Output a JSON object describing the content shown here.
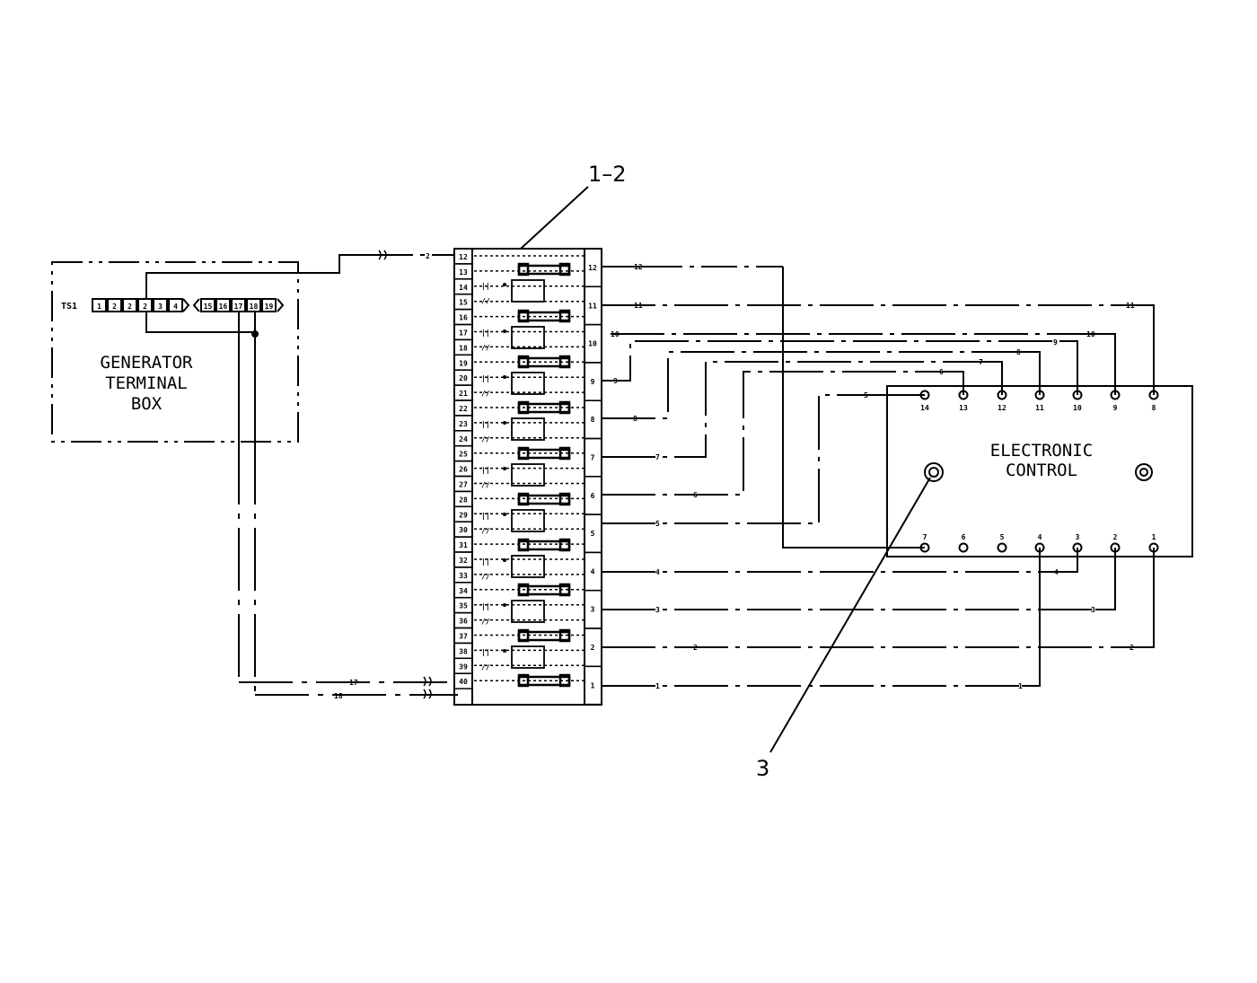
{
  "callouts": {
    "harness": "1–2",
    "control": "3"
  },
  "generator_box": {
    "title_lines": [
      "GENERATOR",
      "TERMINAL",
      "BOX"
    ],
    "strip_label": "TS1",
    "left_terminals": [
      "1",
      "2",
      "2",
      "2",
      "3",
      "4"
    ],
    "right_terminals": [
      "15",
      "16",
      "17",
      "18",
      "19"
    ]
  },
  "control_box": {
    "title_lines": [
      "ELECTRONIC",
      "CONTROL"
    ],
    "top_pins": [
      "14",
      "13",
      "12",
      "11",
      "10",
      "9",
      "8"
    ],
    "bottom_pins": [
      "7",
      "6",
      "5",
      "4",
      "3",
      "2",
      "1"
    ]
  },
  "terminal_strip": {
    "left_numbers": [
      "12",
      "13",
      "14",
      "15",
      "16",
      "17",
      "18",
      "19",
      "20",
      "21",
      "22",
      "23",
      "24",
      "25",
      "26",
      "27",
      "28",
      "29",
      "30",
      "31",
      "32",
      "33",
      "34",
      "35",
      "36",
      "37",
      "38",
      "39",
      "40"
    ],
    "right_numbers": [
      "12",
      "11",
      "10",
      "9",
      "8",
      "7",
      "6",
      "5",
      "4",
      "3",
      "2",
      "1"
    ]
  },
  "wire_labels": {
    "w2": "2",
    "w17": "17",
    "w18": "18",
    "w12": "12",
    "w11": "11",
    "w10a": "10",
    "w10b": "10",
    "w9a": "9",
    "w9b": "9",
    "w8a": "8",
    "w8b": "8",
    "w7a": "7",
    "w7b": "7",
    "w6a": "6",
    "w6b": "6",
    "w5a": "5",
    "w5b": "5",
    "w4a": "4",
    "w4b": "4",
    "w3a": "3",
    "w3b": "3",
    "w2a": "2",
    "w2b": "2",
    "w1a": "1",
    "w1b": "1"
  }
}
